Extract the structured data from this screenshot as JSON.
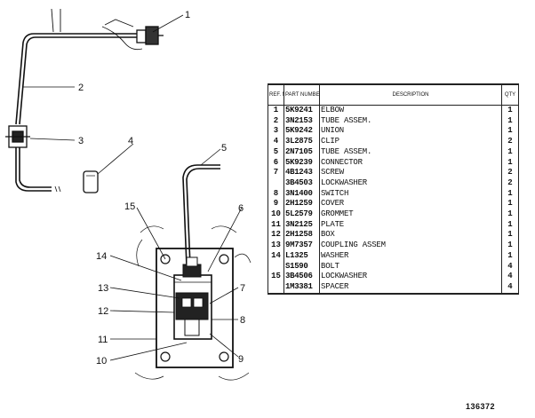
{
  "callouts": [
    "1",
    "2",
    "3",
    "4",
    "5",
    "6",
    "7",
    "8",
    "9",
    "10",
    "11",
    "12",
    "13",
    "14",
    "15"
  ],
  "table": {
    "headers": {
      "ref": "REF. NO.",
      "part": "PART NUMBER",
      "desc": "DESCRIPTION",
      "qty": "QTY"
    },
    "rows": [
      {
        "ref": "1",
        "part": "5K9241",
        "desc": "ELBOW",
        "qty": "1"
      },
      {
        "ref": "2",
        "part": "3N2153",
        "desc": "TUBE ASSEM.",
        "qty": "1"
      },
      {
        "ref": "3",
        "part": "5K9242",
        "desc": "UNION",
        "qty": "1"
      },
      {
        "ref": "4",
        "part": "3L2875",
        "desc": "CLIP",
        "qty": "2"
      },
      {
        "ref": "5",
        "part": "2N7105",
        "desc": "TUBE ASSEM.",
        "qty": "1"
      },
      {
        "ref": "6",
        "part": "5K9239",
        "desc": "CONNECTOR",
        "qty": "1"
      },
      {
        "ref": "7",
        "part": "4B1243",
        "desc": "SCREW",
        "qty": "2"
      },
      {
        "ref": "",
        "part": "3B4503",
        "desc": "LOCKWASHER",
        "qty": "2"
      },
      {
        "ref": "8",
        "part": "3N1400",
        "desc": "SWITCH",
        "qty": "1"
      },
      {
        "ref": "9",
        "part": "2H1259",
        "desc": "COVER",
        "qty": "1"
      },
      {
        "ref": "10",
        "part": "5L2579",
        "desc": "GROMMET",
        "qty": "1"
      },
      {
        "ref": "11",
        "part": "3N2125",
        "desc": "PLATE",
        "qty": "1"
      },
      {
        "ref": "12",
        "part": "2H1258",
        "desc": "BOX",
        "qty": "1"
      },
      {
        "ref": "13",
        "part": "9M7357",
        "desc": "COUPLING ASSEM",
        "qty": "1"
      },
      {
        "ref": "14",
        "part": "L1325",
        "desc": "WASHER",
        "qty": "1"
      },
      {
        "ref": "",
        "part": "S1590",
        "desc": "BOLT",
        "qty": "4"
      },
      {
        "ref": "15",
        "part": "3B4506",
        "desc": "LOCKWASHER",
        "qty": "4"
      },
      {
        "ref": "",
        "part": "1M3381",
        "desc": "SPACER",
        "qty": "4"
      }
    ]
  },
  "figure_number": "136372"
}
